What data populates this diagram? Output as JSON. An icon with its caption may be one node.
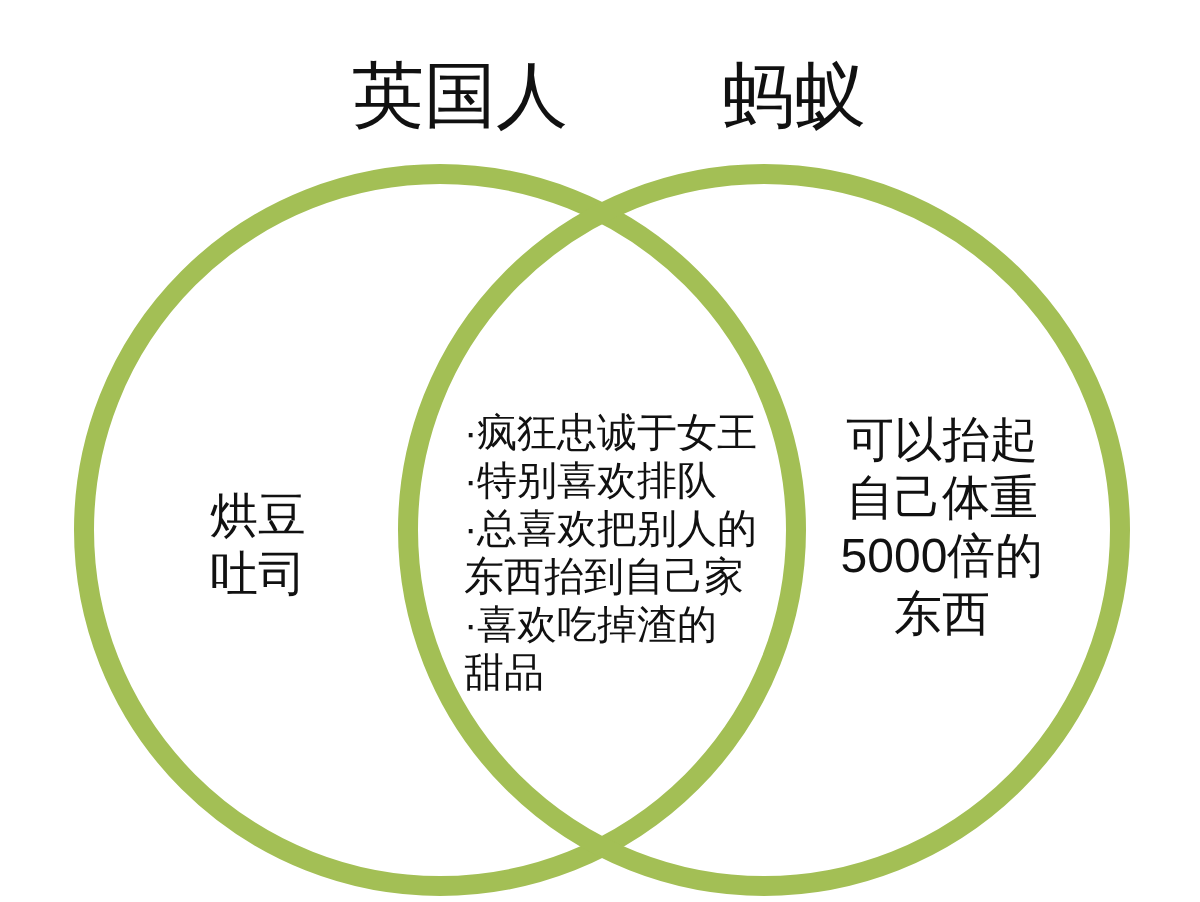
{
  "diagram": {
    "nodes": [
      {
        "text": [
          "英国人",
          "烘豆吐司"
        ]
      },
      {
        "text": [
          "蚂蚁",
          "可以抬起自己体重5000倍的东西"
        ]
      }
    ],
    "labels": [
      "·疯狂忠诚于女王",
      "·特别喜欢排队",
      "·总喜欢把别人的东西抬到自己家",
      "·喜欢吃掉渣的甜品"
    ]
  }
}
